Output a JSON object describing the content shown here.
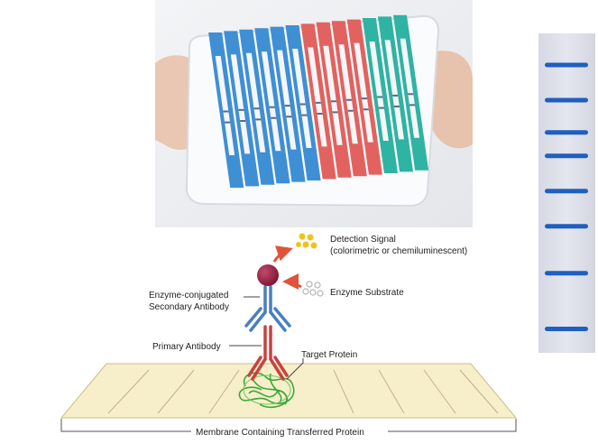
{
  "labels": {
    "detection_signal_line1": "Detection Signal",
    "detection_signal_line2": "(colorimetric or chemiluminescent)",
    "enzyme_substrate": "Enzyme Substrate",
    "secondary_antibody_line1": "Enzyme-conjugated",
    "secondary_antibody_line2": "Secondary Antibody",
    "primary_antibody": "Primary Antibody",
    "target_protein": "Target Protein",
    "membrane": "Membrane Containing Transferred Protein"
  },
  "colors": {
    "blue_strip": "#3f8fd4",
    "red_strip": "#e2625f",
    "teal_strip": "#2fb3a3",
    "antibody_blue": "#4a7fbf",
    "antibody_red": "#c8423f",
    "enzyme": "#8a1f3c",
    "signal_dots": "#f2c21a",
    "substrate_dots": "#c9c9c9",
    "arrow": "#e0533b",
    "protein_green": "#3aa83a",
    "membrane_fill": "#f7efc9",
    "gel_band": "#1f5fbf"
  },
  "gel_bands": [
    0.06,
    0.18,
    0.29,
    0.37,
    0.49,
    0.61,
    0.77,
    0.96
  ]
}
